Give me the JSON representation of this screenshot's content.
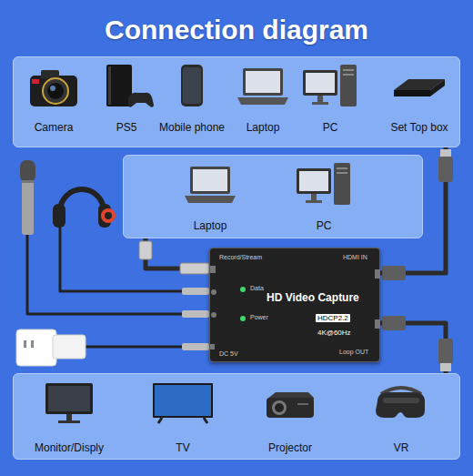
{
  "diagram": {
    "title": "Connection diagram",
    "nodes": [
      {
        "text": []
      },
      {
        "text": [
          "Camera"
        ],
        "in": 0
      },
      {
        "text": [
          "PS5"
        ],
        "in": 0
      },
      {
        "text": [
          "Mobile phone"
        ],
        "in": 0
      },
      {
        "text": [
          "Laptop"
        ],
        "in": 0
      },
      {
        "text": [
          "PC"
        ],
        "in": 0
      },
      {
        "text": [
          "Set Top box"
        ],
        "in": 0
      },
      {
        "text": []
      },
      {
        "text": [
          "Laptop"
        ],
        "in": 7
      },
      {
        "text": [
          "PC"
        ],
        "in": 7
      },
      {
        "text": [
          "HD Video Capture",
          "HDCP2.2",
          "4K@60Hz",
          "HDMI IN",
          "Loop OUT",
          "Record/Stream",
          "Data",
          "Power",
          "DC 5V"
        ]
      },
      {
        "text": []
      },
      {
        "text": [
          "Monitor/Disply"
        ],
        "in": 11
      },
      {
        "text": [
          "TV"
        ],
        "in": 11
      },
      {
        "text": [
          "Projector"
        ],
        "in": 11
      },
      {
        "text": [
          "VR"
        ],
        "in": 11
      }
    ],
    "edges": [
      {
        "from": 0,
        "to": 10,
        "arrow": "none"
      },
      {
        "from": 10,
        "to": 7,
        "arrow": "none"
      },
      {
        "from": 10,
        "to": 11,
        "arrow": "none"
      }
    ]
  }
}
